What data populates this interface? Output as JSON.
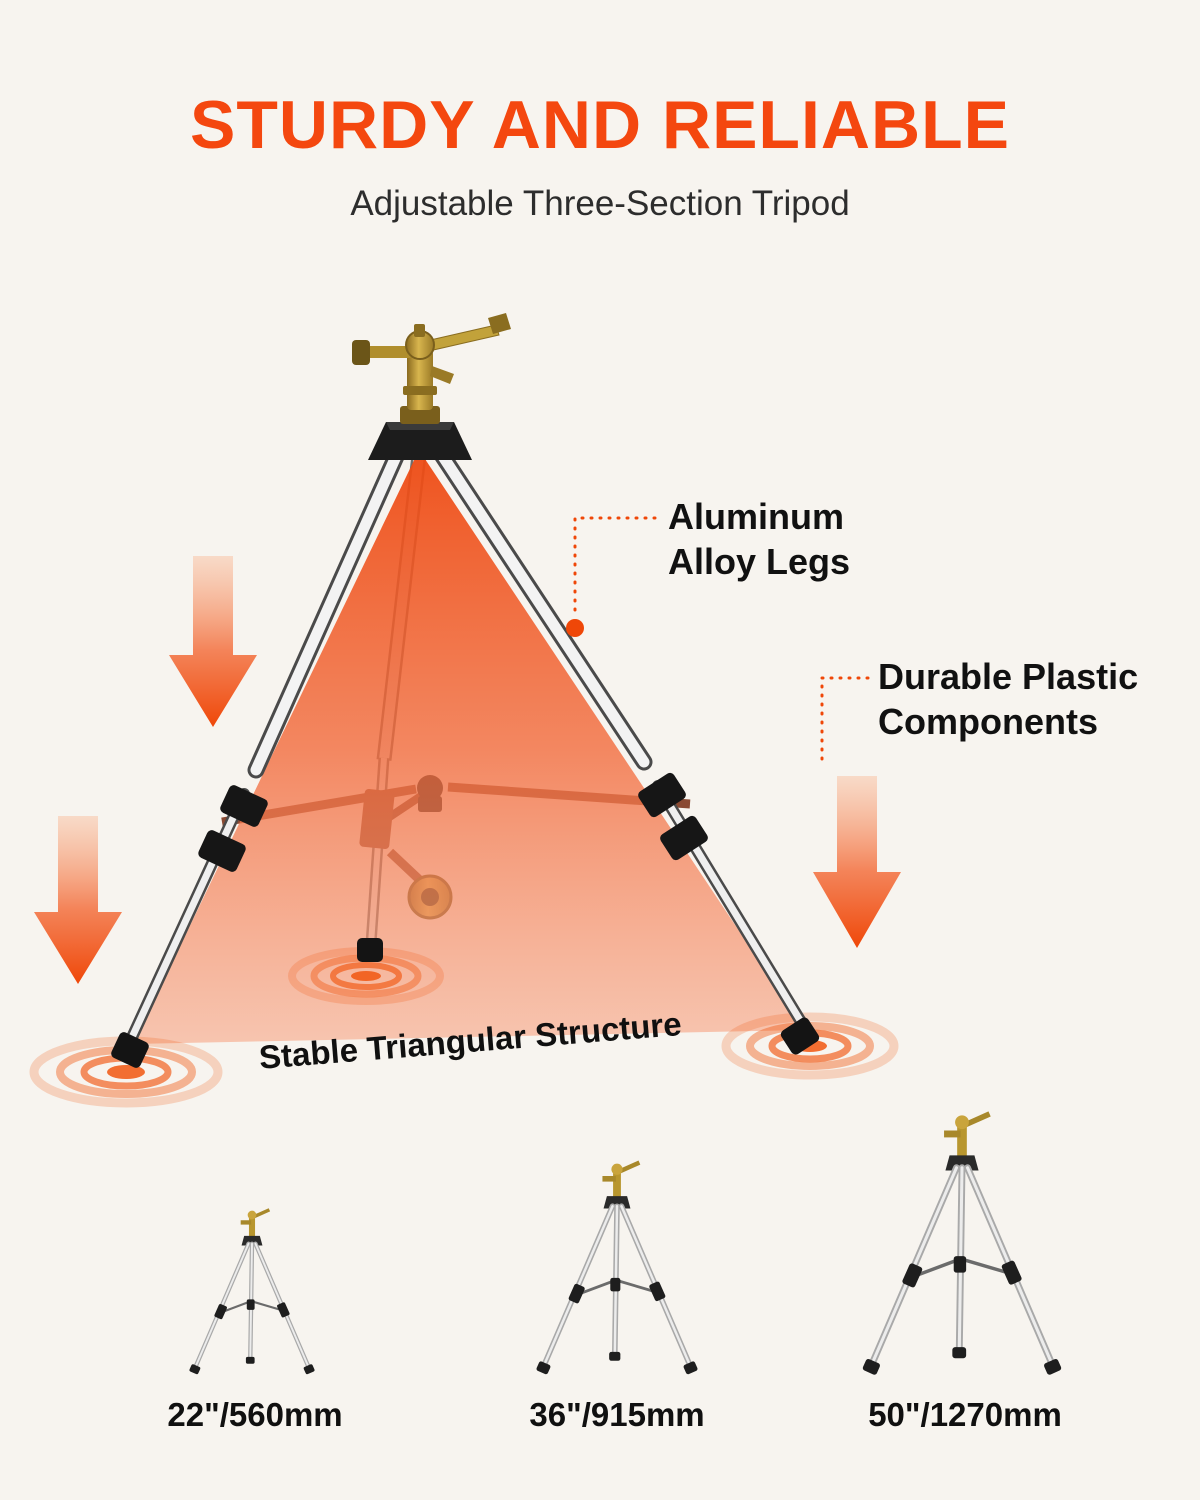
{
  "colors": {
    "accent": "#F4470F",
    "text": "#111111",
    "background": "#F7F4EF",
    "brass": "#C2A23A",
    "triangle_overlay": "#EE4A12"
  },
  "header": {
    "title": "STURDY AND RELIABLE",
    "subtitle": "Adjustable Three-Section Tripod"
  },
  "callouts": {
    "aluminum": {
      "lines": [
        "Aluminum",
        "Alloy Legs"
      ]
    },
    "plastic": {
      "lines": [
        "Durable Plastic",
        "Components"
      ]
    },
    "stable": "Stable Triangular Structure"
  },
  "size_variants": [
    {
      "label": "22\"/560mm"
    },
    {
      "label": "36\"/915mm"
    },
    {
      "label": "50\"/1270mm"
    }
  ]
}
